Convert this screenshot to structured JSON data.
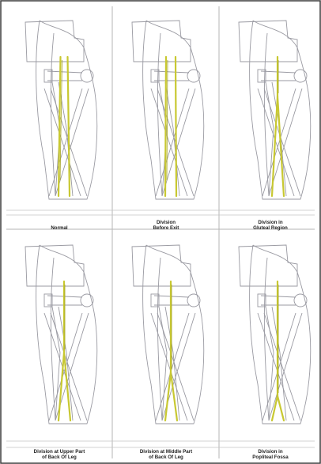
{
  "colors": {
    "background": "#ffffff",
    "outline": "#9a9aa2",
    "frame": "#b5b5b5",
    "border": "#3a3a3a",
    "nerve": "#c8c832",
    "nerve_dark": "#a3a31e",
    "label": "#222222"
  },
  "panels": [
    {
      "label_line1": "Normal",
      "label_line2": "",
      "variant": "normal"
    },
    {
      "label_line1": "Division",
      "label_line2": "Before Exit",
      "variant": "before-exit"
    },
    {
      "label_line1": "Division in",
      "label_line2": "Gluteal Region",
      "variant": "gluteal"
    },
    {
      "label_line1": "Division at  Upper Part",
      "label_line2": "of Back Of Leg",
      "variant": "upper-back"
    },
    {
      "label_line1": "Division at Middle Part",
      "label_line2": "of Back Of Leg",
      "variant": "middle-back"
    },
    {
      "label_line1": "Division in",
      "label_line2": "Popliteal Fossa",
      "variant": "popliteal"
    }
  ]
}
